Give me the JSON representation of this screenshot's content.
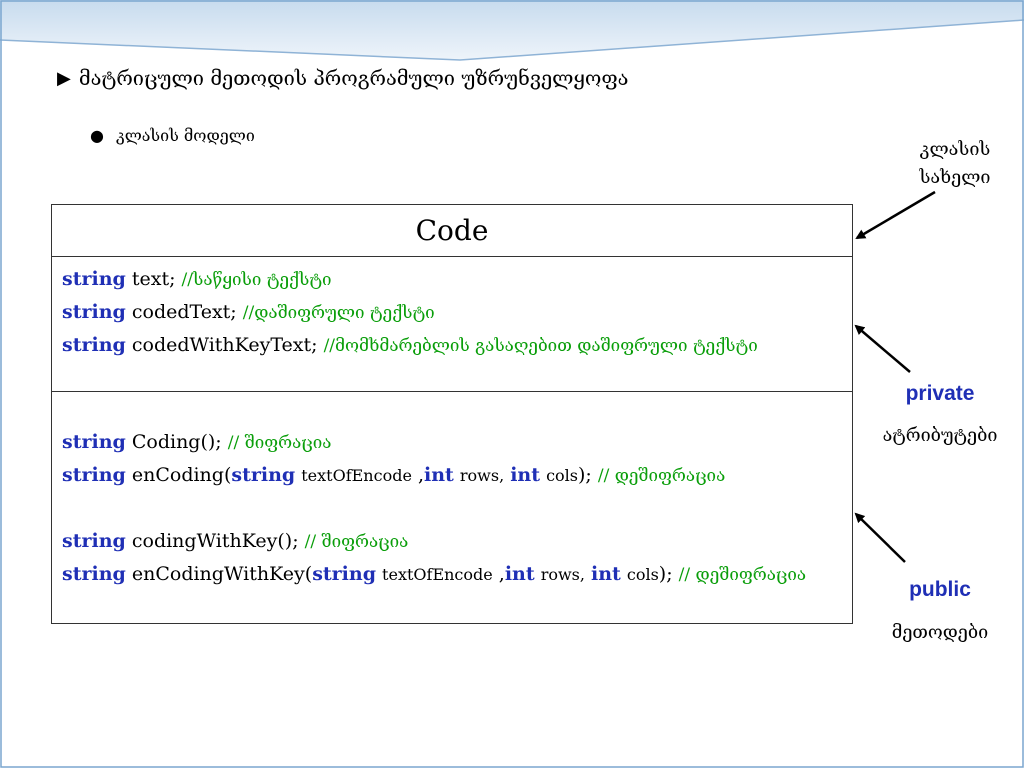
{
  "slide": {
    "heading": "მატრიცული მეთოდის პროგრამული უზრუნველყოფა",
    "bullet": "კლასის მოდელი"
  },
  "uml": {
    "class_name": "Code",
    "attributes": [
      {
        "kw": "string",
        "decl": "text;",
        "comment": "//საწყისი ტექსტი"
      },
      {
        "kw": "string",
        "decl": "codedText;",
        "comment": "//დაშიფრული ტექსტი"
      },
      {
        "kw": "string",
        "decl": "codedWithKeyText;",
        "comment": "//მომხმარებლის გასაღებით დაშიფრული ტექსტი"
      }
    ],
    "methods": [
      {
        "kw": "string",
        "decl": "Coding();",
        "comment": "// შიფრაცია"
      },
      {
        "kw": "string",
        "name": "enCoding(",
        "kw2": "string",
        "p1": "textOfEncode",
        "sep1": " ,",
        "kw3": "int",
        "p2": "rows,",
        "kw4": "int",
        "p3": "cols",
        "close": ");",
        "comment": "// დეშიფრაცია"
      },
      {
        "kw": "string",
        "decl": "codingWithKey();",
        "comment": "// შიფრაცია"
      },
      {
        "kw": "string",
        "name": "enCodingWithKey(",
        "kw2": "string",
        "p1": "textOfEncode",
        "sep1": " ,",
        "kw3": "int",
        "p2": "rows,",
        "kw4": "int",
        "p3": "cols",
        "close": ");",
        "comment": "// დეშიფრაცია"
      }
    ]
  },
  "labels": {
    "class_name_line1": "კლასის",
    "class_name_line2": "სახელი",
    "private": "private",
    "attributes": "ატრიბუტები",
    "public": "public",
    "methods": "მეთოდები"
  },
  "colors": {
    "keyword": "#1f2fb5",
    "comment": "#0a9e0a",
    "frame": "#7aa6cf"
  }
}
